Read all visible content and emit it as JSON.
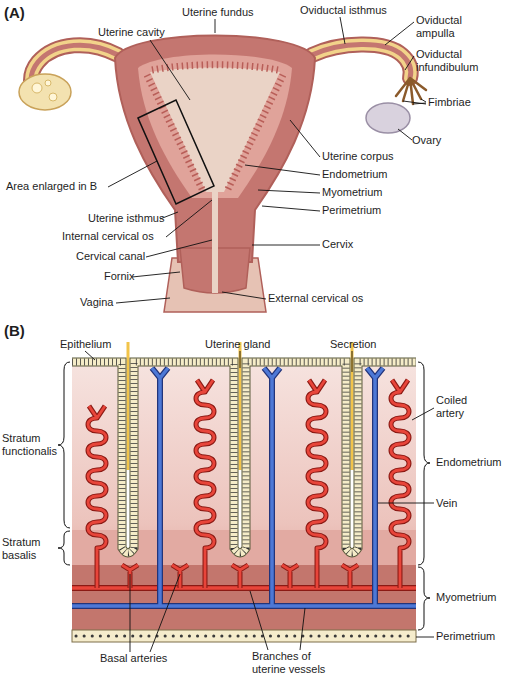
{
  "diagram": {
    "labels": [
      "(A)",
      "Uterine fundus",
      "Oviductal isthmus",
      "Uterine cavity",
      "Oviductal ampulla",
      "Oviductal infundibulum",
      "Fimbriae",
      "Ovary",
      "Uterine corpus",
      "Endometrium",
      "Area enlarged in B",
      "Myometrium",
      "Perimetrium",
      "Uterine isthmus",
      "Internal cervical os",
      "Cervix",
      "Cervical canal",
      "Fornix",
      "External cervical os",
      "Vagina",
      "(B)",
      "Epithelium",
      "Uterine gland",
      "Secretion",
      "Coiled artery",
      "Endometrium",
      "Stratum functionalis",
      "Vein",
      "Stratum basalis",
      "Myometrium",
      "Perimetrium",
      "Basal arteries",
      "Branches of uterine vessels"
    ]
  }
}
